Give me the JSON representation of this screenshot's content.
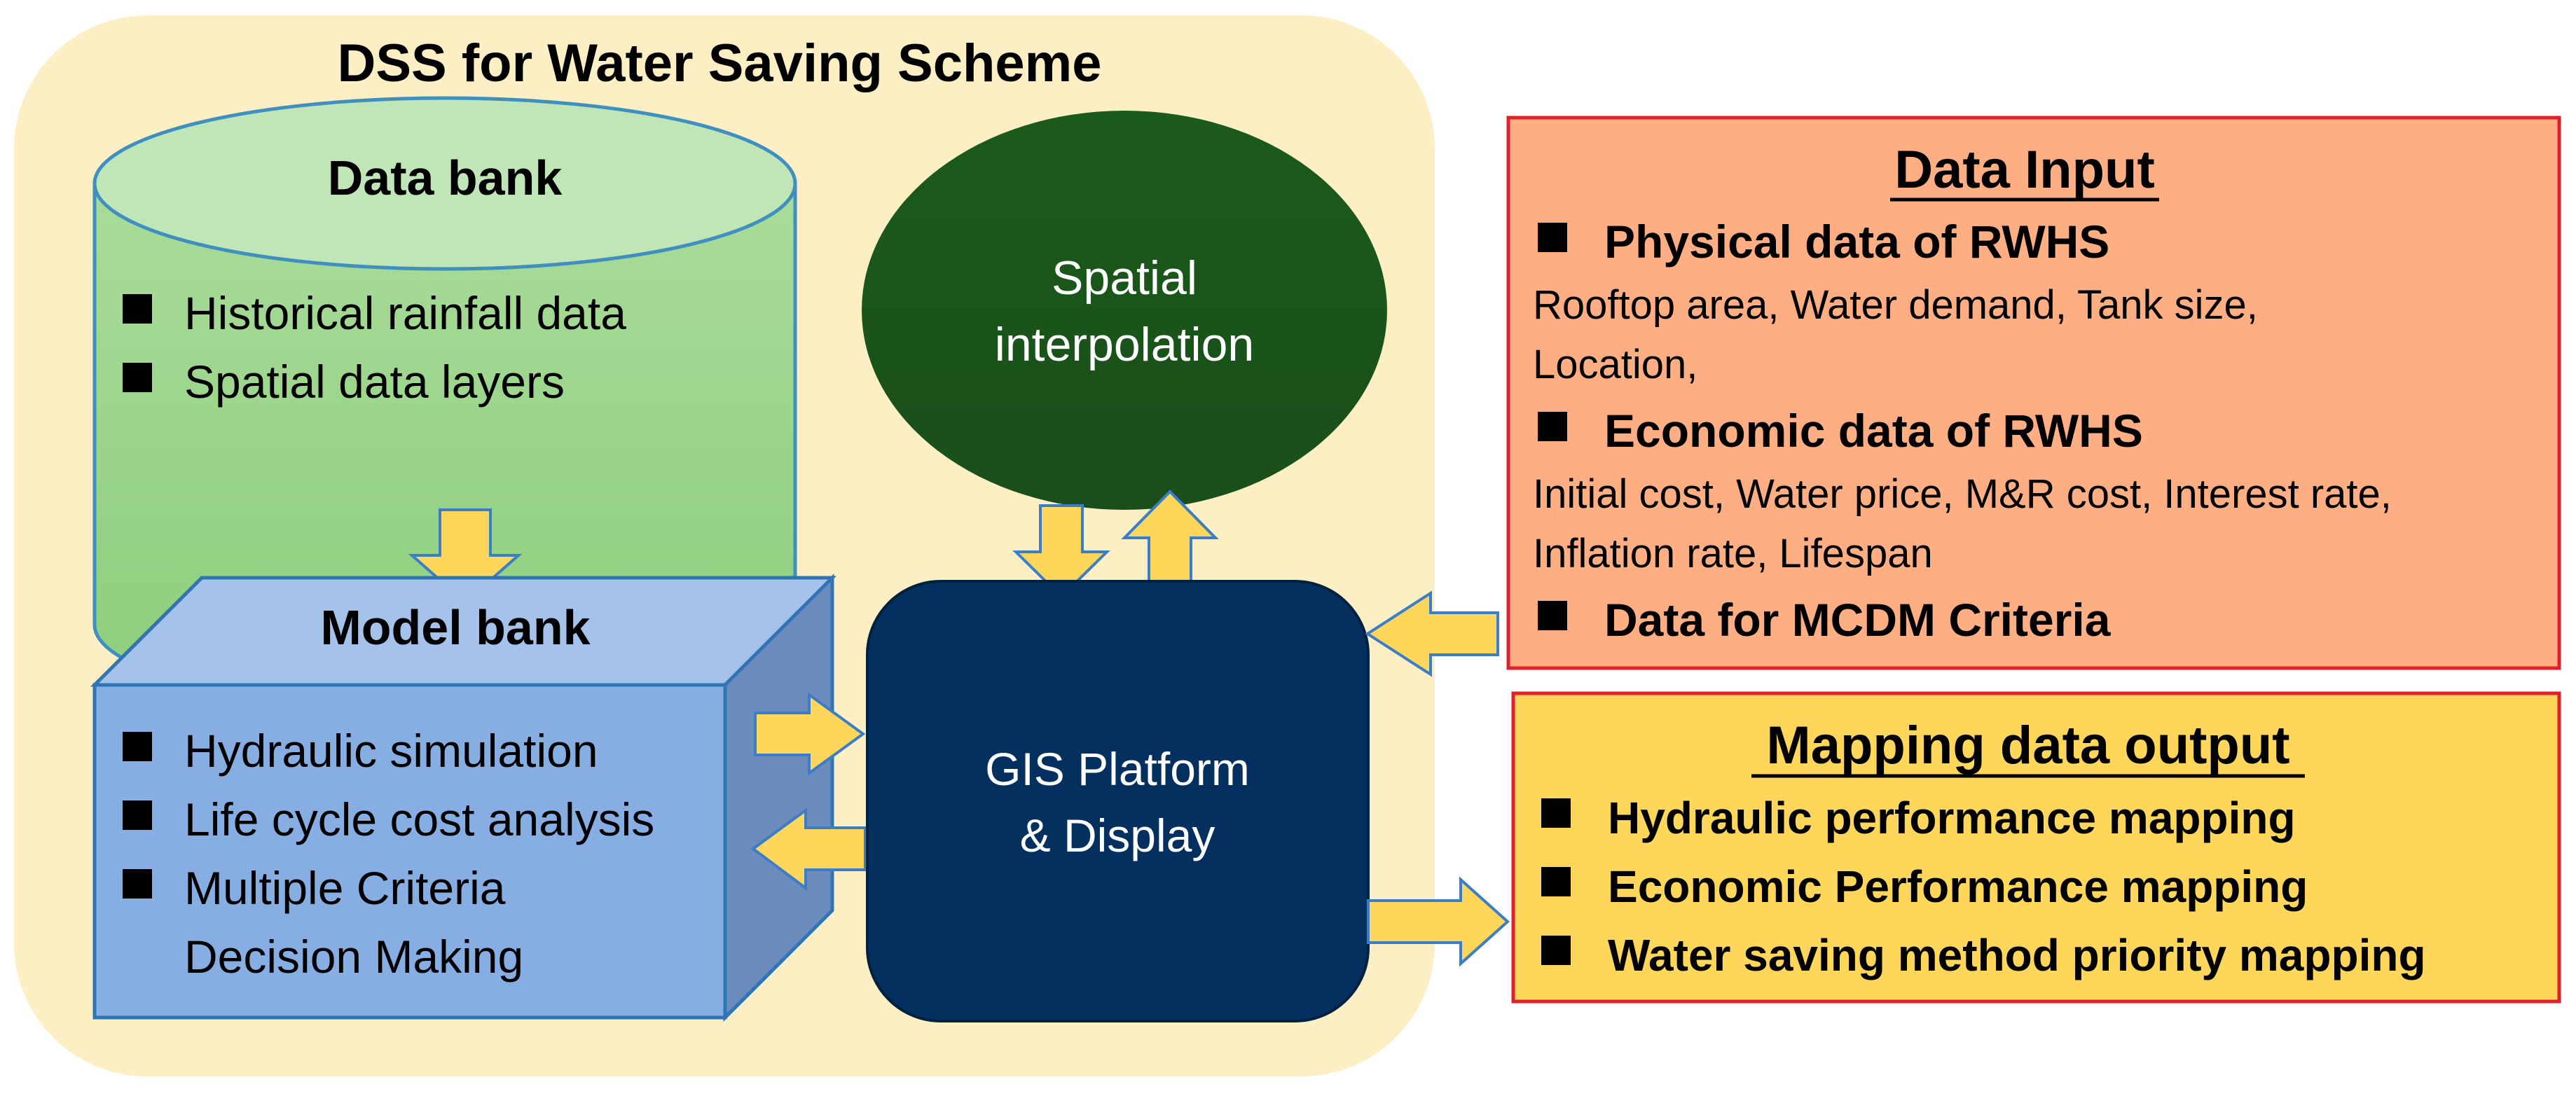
{
  "dss": {
    "title": "DSS for Water Saving Scheme"
  },
  "data_bank": {
    "title": "Data bank",
    "items": [
      "Historical rainfall data",
      "Spatial data layers"
    ]
  },
  "spatial": {
    "lines": [
      "Spatial",
      "interpolation"
    ]
  },
  "model_bank": {
    "title": "Model bank",
    "items": [
      "Hydraulic simulation",
      "Life cycle cost analysis",
      "Multiple Criteria"
    ],
    "continuation": "Decision Making"
  },
  "gis": {
    "lines": [
      "GIS Platform",
      "& Display"
    ]
  },
  "data_input": {
    "title": "Data Input",
    "physical_heading": "Physical data of RWHS",
    "physical_line1": "Rooftop area, Water demand, Tank size,",
    "physical_line2": "Location,",
    "economic_heading": "Economic data of RWHS",
    "economic_line1": "Initial cost, Water price, M&R cost, Interest rate,",
    "economic_line2": "Inflation rate, Lifespan",
    "mcdm_heading": "Data for MCDM Criteria"
  },
  "mapping_output": {
    "title": "Mapping data output",
    "items": [
      "Hydraulic performance mapping",
      "Economic Performance mapping",
      "Water saving method priority mapping"
    ]
  },
  "colors": {
    "dss_bg": "#fdefc4",
    "data_bank_side": "#95d286",
    "data_bank_top": "#c0e5b6",
    "data_bank_stroke": "#3f8fc0",
    "spatial_fill": "#1e5a1e",
    "model_front": "#86aee2",
    "model_top": "#a4c2ea",
    "model_side": "#6c8cbd",
    "model_stroke": "#2e75b6",
    "gis_fill": "#04305f",
    "arrow_fill": "#fdd65a",
    "arrow_stroke": "#3a7dc8",
    "data_input_fill": "#fdaf83",
    "mapping_fill": "#fdd65a",
    "box_border": "#e0202a"
  }
}
